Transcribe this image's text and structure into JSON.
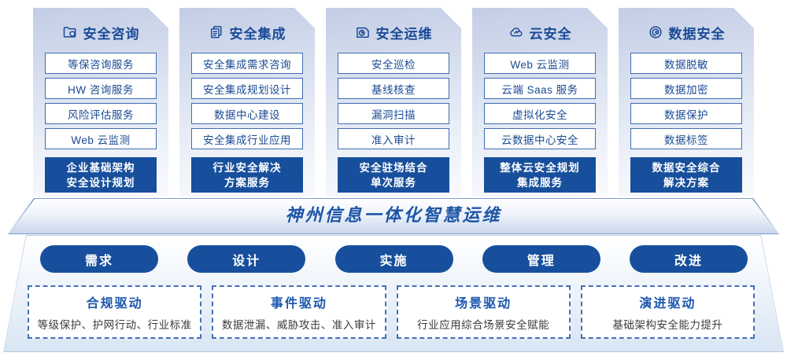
{
  "colors": {
    "primary_dark_blue": "#174F9C",
    "text_blue": "#1B4A97",
    "item_border_blue": "#3F6CB0",
    "banner_text_blue": "#1D55A7",
    "driver_title_blue": "#1C57AE",
    "driver_desc_gray": "#3C3C3C",
    "card_bg_top": "#C3CDE5",
    "card_bg_bottom": "#F8FAFD"
  },
  "columns": [
    {
      "title": "安全咨询",
      "icon": "folder-shield-icon",
      "items": [
        "等保咨询服务",
        "HW 咨询服务",
        "风险评估服务",
        "Web 云监测"
      ],
      "highlight": [
        "企业基础架构",
        "安全设计规划"
      ]
    },
    {
      "title": "安全集成",
      "icon": "documents-icon",
      "items": [
        "安全集成需求咨询",
        "安全集成规划设计",
        "数据中心建设",
        "安全集成行业应用"
      ],
      "highlight": [
        "行业安全解决",
        "方案服务"
      ]
    },
    {
      "title": "安全运维",
      "icon": "folder-gauge-icon",
      "items": [
        "安全巡检",
        "基线核查",
        "漏洞扫描",
        "准入审计"
      ],
      "highlight": [
        "安全驻场结合",
        "单次服务"
      ]
    },
    {
      "title": "云安全",
      "icon": "cloud-icon",
      "items": [
        "Web 云监测",
        "云端 Saas 服务",
        "虚拟化安全",
        "云数据中心安全"
      ],
      "highlight": [
        "整体云安全规划",
        "集成服务"
      ]
    },
    {
      "title": "数据安全",
      "icon": "fingerprint-icon",
      "items": [
        "数据脱敏",
        "数据加密",
        "数据保护",
        "数据标签"
      ],
      "highlight": [
        "数据安全综合",
        "解决方案"
      ]
    }
  ],
  "banner": {
    "title": "神州信息一体化智慧运维"
  },
  "pills": [
    "需求",
    "设计",
    "实施",
    "管理",
    "改进"
  ],
  "drivers": [
    {
      "title": "合规驱动",
      "desc": "等级保护、护网行动、行业标准"
    },
    {
      "title": "事件驱动",
      "desc": "数据泄漏、威胁攻击、准入审计"
    },
    {
      "title": "场景驱动",
      "desc": "行业应用综合场景安全赋能"
    },
    {
      "title": "演进驱动",
      "desc": "基础架构安全能力提升"
    }
  ]
}
